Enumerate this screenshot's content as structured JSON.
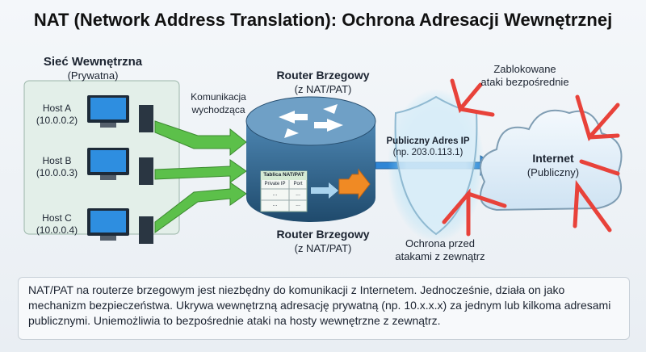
{
  "title": "NAT (Network Address Translation): Ochrona Adresacji Wewnętrznej",
  "internal_network": {
    "name": "Sieć Wewnętrzna",
    "sub": "(Prywatna)"
  },
  "hosts": [
    {
      "name": "Host A",
      "ip": "(10.0.0.2)"
    },
    {
      "name": "Host B",
      "ip": "(10.0.0.3)"
    },
    {
      "name": "Host C",
      "ip": "(10.0.0.4)"
    }
  ],
  "outgoing": {
    "line1": "Komunikacja",
    "line2": "wychodząca"
  },
  "router_top": {
    "name": "Router Brzegowy",
    "sub": "(z NAT/PAT)"
  },
  "router_bottom": {
    "name": "Router Brzegowy",
    "sub": "(z NAT/PAT)"
  },
  "nat_table": {
    "title": "Tablica NAT/PAT",
    "headers": [
      "Private IP",
      "Port"
    ],
    "rows": [
      [
        "...",
        "..."
      ],
      [
        "...",
        "..."
      ]
    ]
  },
  "public_ip": {
    "label": "Publiczny Adres IP",
    "value": "(np. 203.0.113.1)"
  },
  "internet": {
    "name": "Internet",
    "sub": "(Publiczny)"
  },
  "blocked": {
    "line1": "Zablokowane",
    "line2": "ataki bezpośrednie"
  },
  "protection": {
    "line1": "Ochrona przed",
    "line2": "atakami z zewnątrz"
  },
  "caption": "NAT/PAT na routerze brzegowym jest niezbędny do komunikacji z Internetem. Jednocześnie, działa on jako mechanizm bezpieczeństwa. Ukrywa wewnętrzną adresację prywatną (np. 10.x.x.x) za jednym lub kilkoma adresami publicznymi. Uniemożliwia to bezpośrednie ataki na hosty wewnętrzne z zewnątrz.",
  "colors": {
    "green": "#5cc04a",
    "blue": "#2f86d6",
    "red": "#e8423a",
    "router": "#2d5f86"
  }
}
